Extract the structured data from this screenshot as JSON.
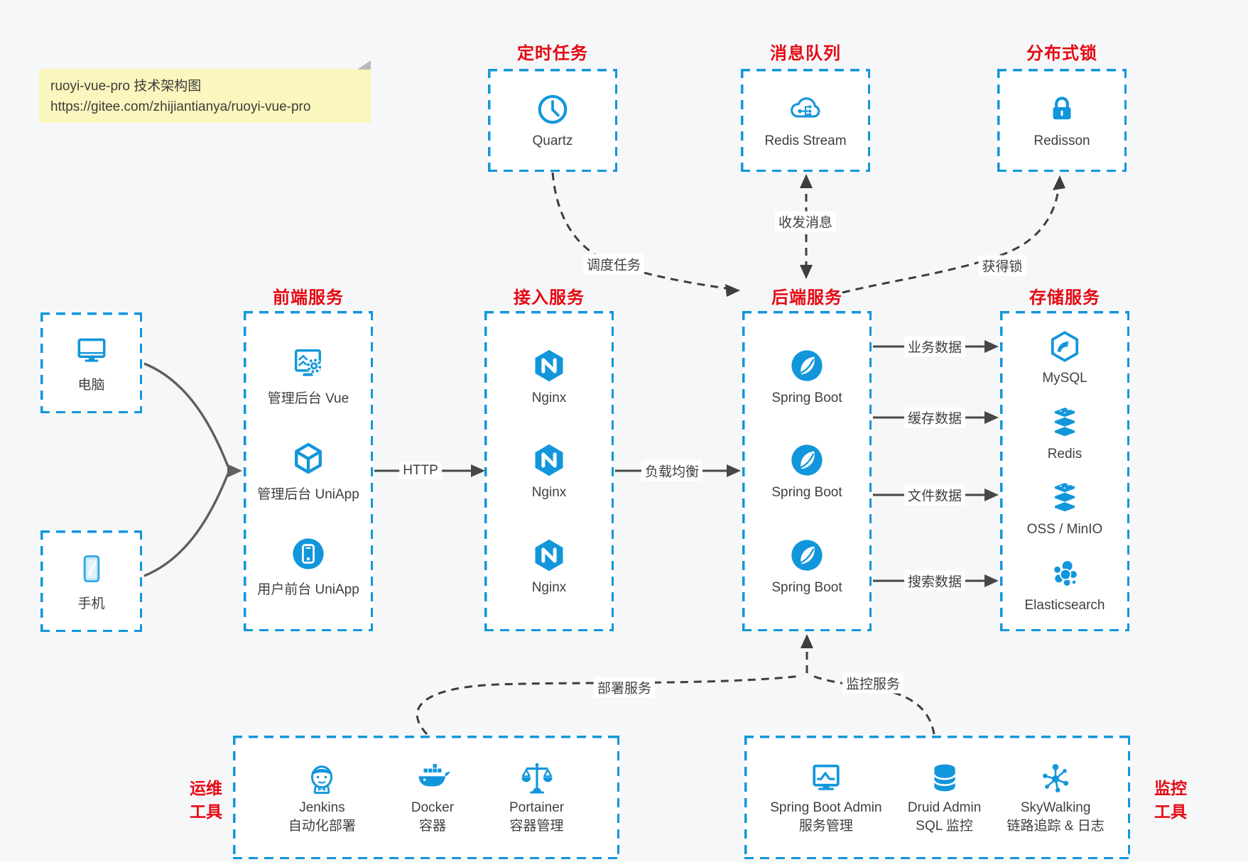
{
  "page": {
    "background": "#f6f7f8"
  },
  "colors": {
    "blue": "#1296db",
    "red": "#e60914",
    "label_text": "#3f3f3f",
    "note_bg": "#fbf6bd",
    "arrow": "#474747"
  },
  "note": {
    "title": "ruoyi-vue-pro 技术架构图",
    "url": "https://gitee.com/zhijiantianya/ruoyi-vue-pro"
  },
  "top_groups": [
    {
      "title": "定时任务",
      "item": {
        "label": "Quartz",
        "icon": "clock-icon"
      }
    },
    {
      "title": "消息队列",
      "item": {
        "label": "Redis Stream",
        "icon": "cloud-stream-icon"
      }
    },
    {
      "title": "分布式锁",
      "item": {
        "label": "Redisson",
        "icon": "lock-icon"
      }
    }
  ],
  "clients": [
    {
      "label": "电脑",
      "icon": "desktop-monitor-icon"
    },
    {
      "label": "手机",
      "icon": "mobile-phone-icon"
    }
  ],
  "columns": [
    {
      "title": "前端服务",
      "items": [
        {
          "label": "管理后台 Vue",
          "icon": "admin-vue-icon"
        },
        {
          "label": "管理后台 UniApp",
          "icon": "uniapp-cube-icon"
        },
        {
          "label": "用户前台 UniApp",
          "icon": "user-app-icon"
        }
      ]
    },
    {
      "title": "接入服务",
      "items": [
        {
          "label": "Nginx",
          "icon": "nginx-icon"
        },
        {
          "label": "Nginx",
          "icon": "nginx-icon"
        },
        {
          "label": "Nginx",
          "icon": "nginx-icon"
        }
      ]
    },
    {
      "title": "后端服务",
      "items": [
        {
          "label": "Spring Boot",
          "icon": "spring-boot-icon"
        },
        {
          "label": "Spring Boot",
          "icon": "spring-boot-icon"
        },
        {
          "label": "Spring Boot",
          "icon": "spring-boot-icon"
        }
      ]
    },
    {
      "title": "存储服务",
      "items": [
        {
          "label": "MySQL",
          "icon": "mysql-icon"
        },
        {
          "label": "Redis",
          "icon": "redis-stack-icon"
        },
        {
          "label": "OSS / MinIO",
          "icon": "oss-stack-icon"
        },
        {
          "label": "Elasticsearch",
          "icon": "elasticsearch-icon"
        }
      ]
    }
  ],
  "bottom_groups": [
    {
      "title_lines": [
        "运维",
        "工具"
      ],
      "items": [
        {
          "line1": "Jenkins",
          "line2": "自动化部署",
          "icon": "jenkins-icon"
        },
        {
          "line1": "Docker",
          "line2": "容器",
          "icon": "docker-whale-icon"
        },
        {
          "line1": "Portainer",
          "line2": "容器管理",
          "icon": "scales-icon"
        }
      ]
    },
    {
      "title_lines": [
        "监控",
        "工具"
      ],
      "items": [
        {
          "line1": "Spring Boot Admin",
          "line2": "服务管理",
          "icon": "monitor-chart-icon"
        },
        {
          "line1": "Druid Admin",
          "line2": "SQL 监控",
          "icon": "database-icon"
        },
        {
          "line1": "SkyWalking",
          "line2": "链路追踪 & 日志",
          "icon": "topology-icon"
        }
      ]
    }
  ],
  "edges": {
    "http": "HTTP",
    "load_balance": "负载均衡",
    "business_data": "业务数据",
    "cache_data": "缓存数据",
    "file_data": "文件数据",
    "search_data": "搜索数据",
    "schedule_task": "调度任务",
    "send_receive_msg": "收发消息",
    "acquire_lock": "获得锁",
    "deploy_service": "部署服务",
    "monitor_service": "监控服务"
  }
}
